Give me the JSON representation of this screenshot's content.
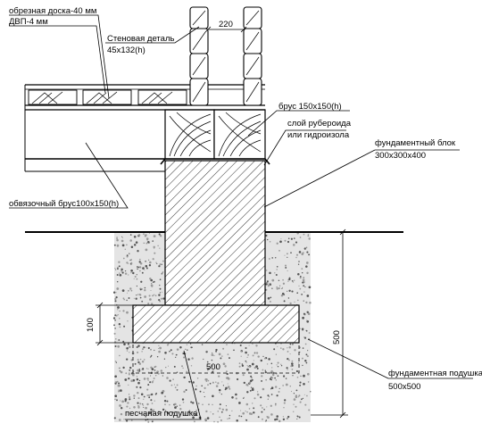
{
  "labels": {
    "board": "обрезная доска-40 мм",
    "fibreboard": "ДВП-4 мм",
    "wall_part": "Стеновая деталь",
    "wall_part_size": "45х132(h)",
    "beam": "брус 150х150(h)",
    "roofing": "слой рубероида",
    "waterproof": "или гидроизола",
    "block": "фундаментный блок",
    "block_size": "300х300х400",
    "strapping": "обвязочный брус100х150(h)",
    "pad": "фундаментная подушка",
    "pad_size": "500х500",
    "sand": "песчаная подушка"
  },
  "dimensions": {
    "wall_gap": "220",
    "pad_thickness": "100",
    "total_depth": "500",
    "pad_width": "500"
  },
  "colors": {
    "line": "#000000",
    "background": "#ffffff",
    "gravel": "#9a9a9a"
  }
}
